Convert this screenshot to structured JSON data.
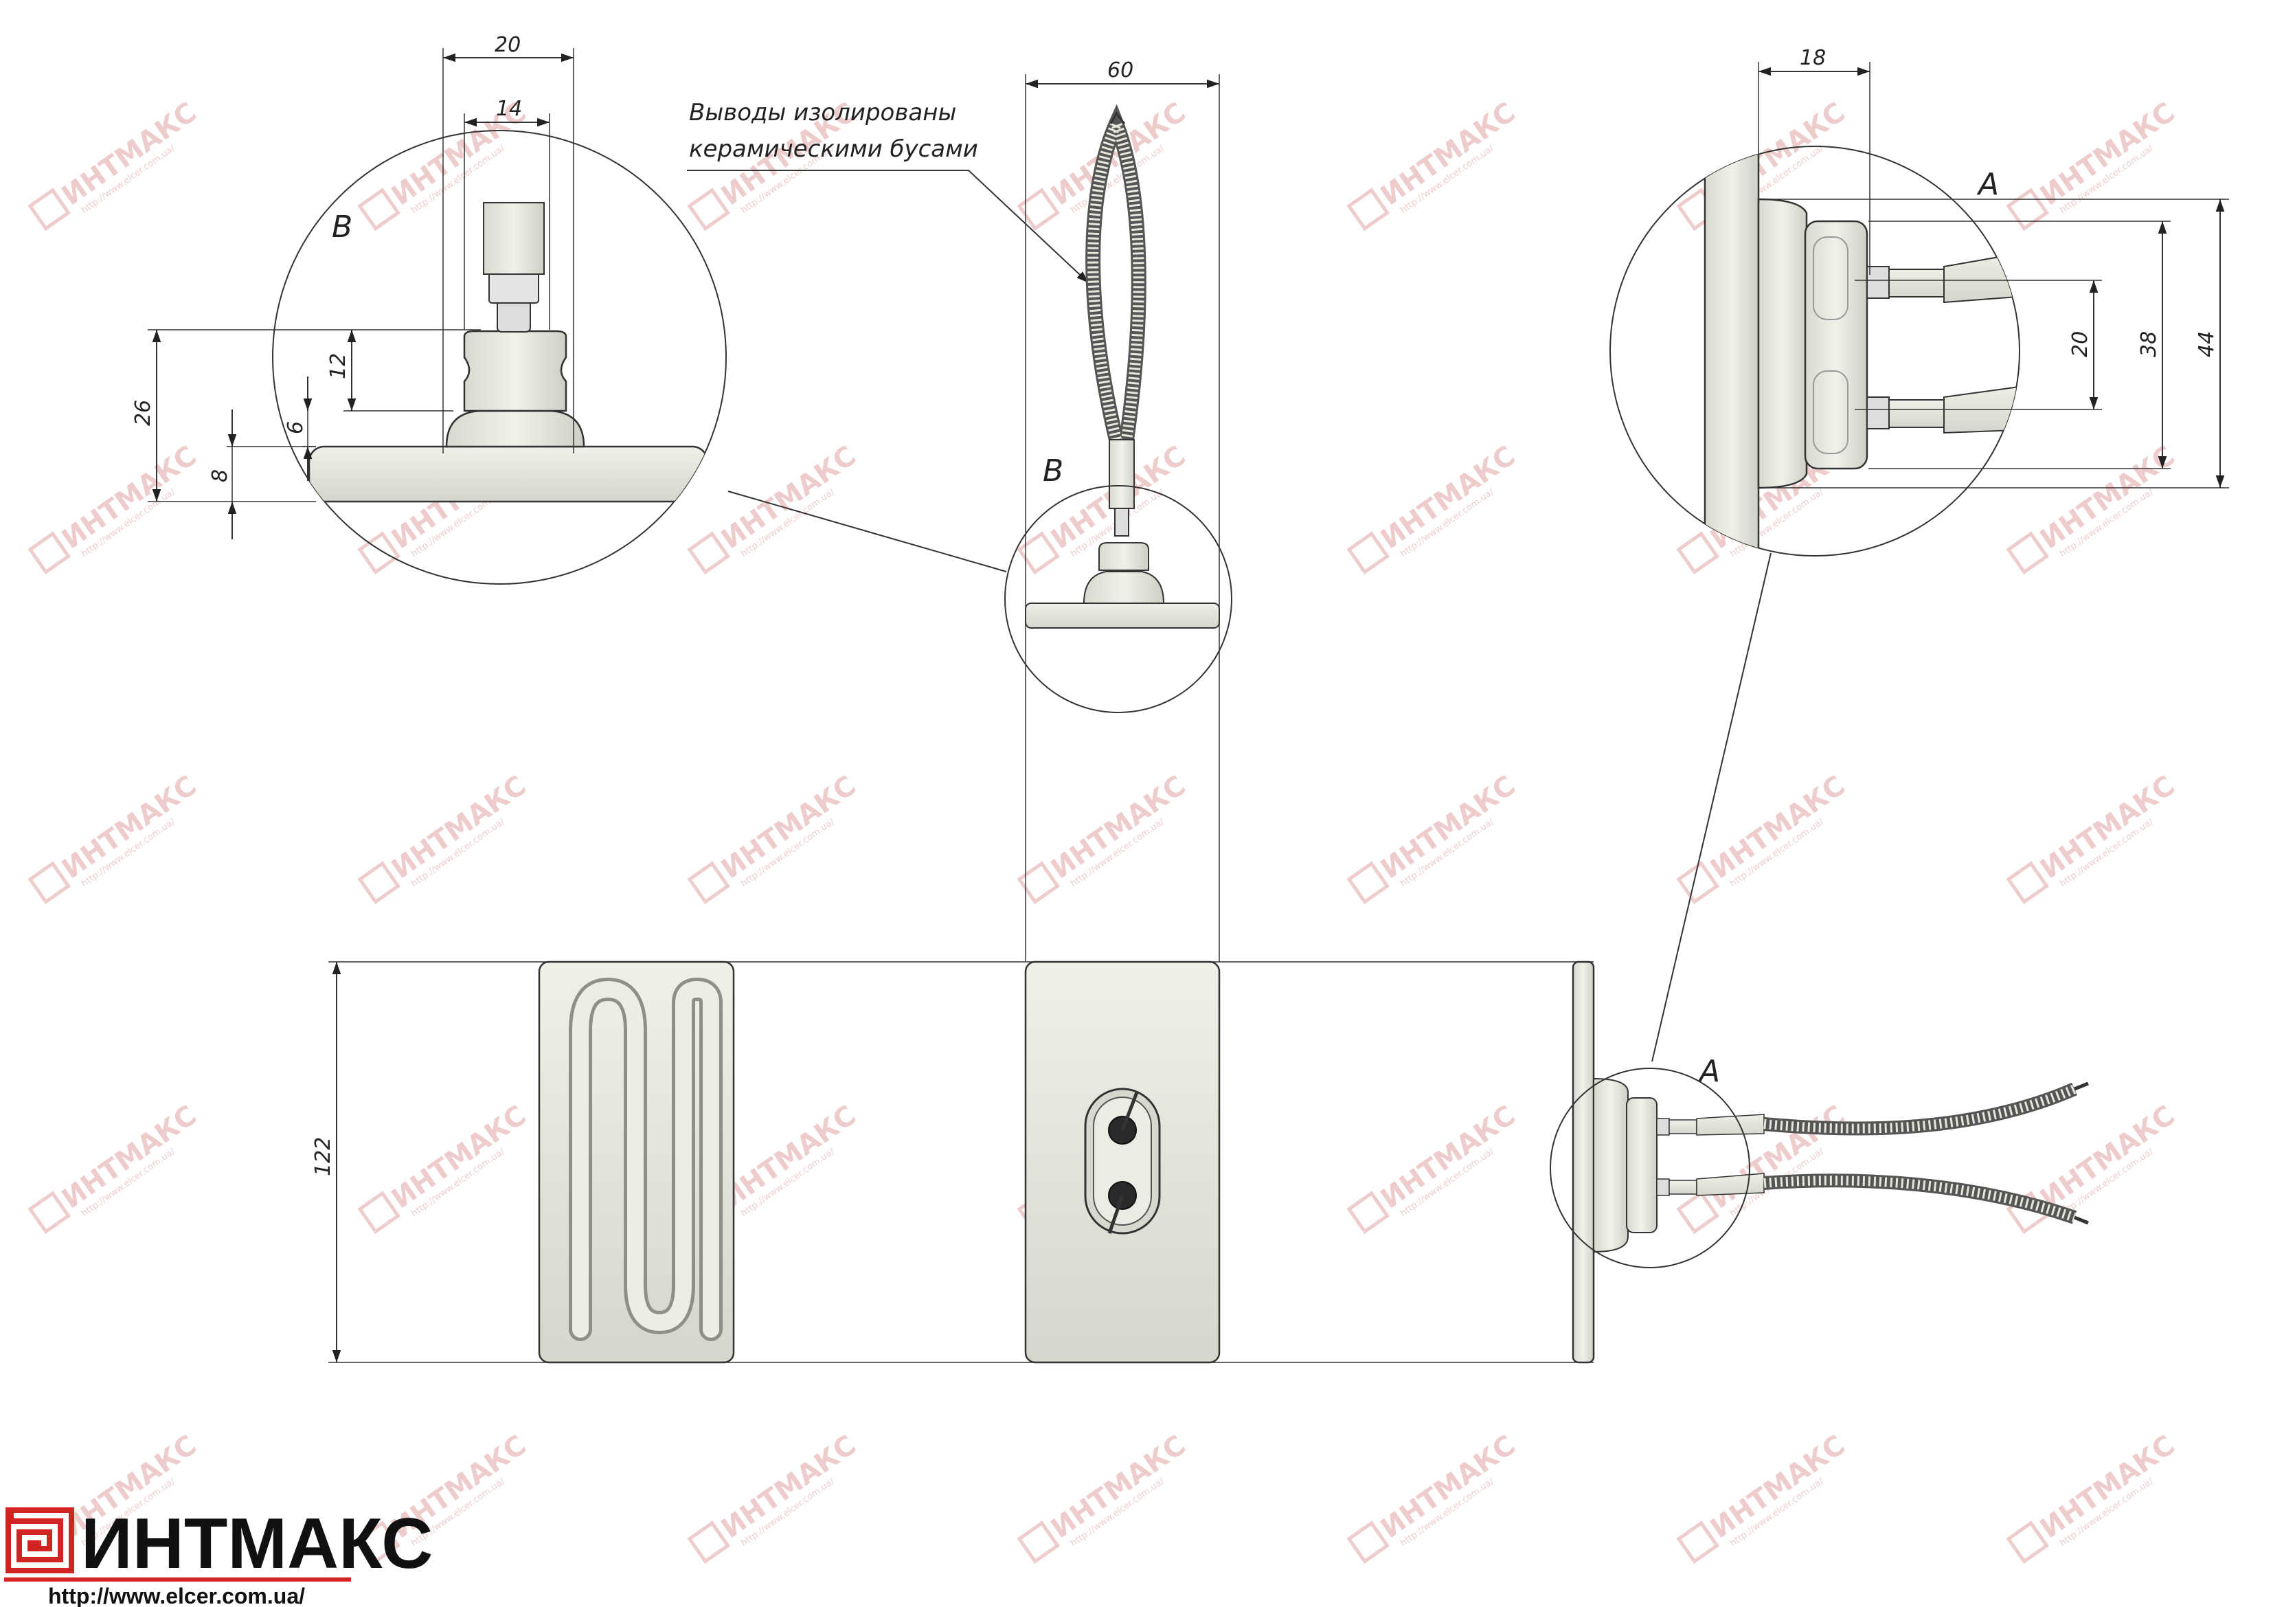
{
  "brand": {
    "name": "ИНТМАКС",
    "url": "http://www.elcer.com.ua/",
    "accent_color": "#d22323"
  },
  "watermark": {
    "text": "ИНТМАКС",
    "url": "http://www.elcer.com.ua/",
    "color": "#e1a3a3"
  },
  "views": {
    "detail_b": {
      "label": "B",
      "dims": {
        "top_width": "20",
        "neck_width": "14",
        "total_height": "26",
        "neck_height": "12",
        "base_step": "6",
        "plate_thickness": "8"
      }
    },
    "side": {
      "label": "B",
      "width_dim": "60",
      "note_line1": "Выводы изолированы",
      "note_line2": "керамическими бусами"
    },
    "detail_a": {
      "label": "A",
      "dims": {
        "depth": "18",
        "pin_spacing": "20",
        "housing_height": "38",
        "flange_height": "44"
      }
    },
    "front": {
      "height_dim": "122",
      "label_a": "A"
    }
  },
  "colors": {
    "ceramic": "#e8e8df",
    "ceramic_shadow": "#c9c9bf",
    "line": "#222222"
  }
}
